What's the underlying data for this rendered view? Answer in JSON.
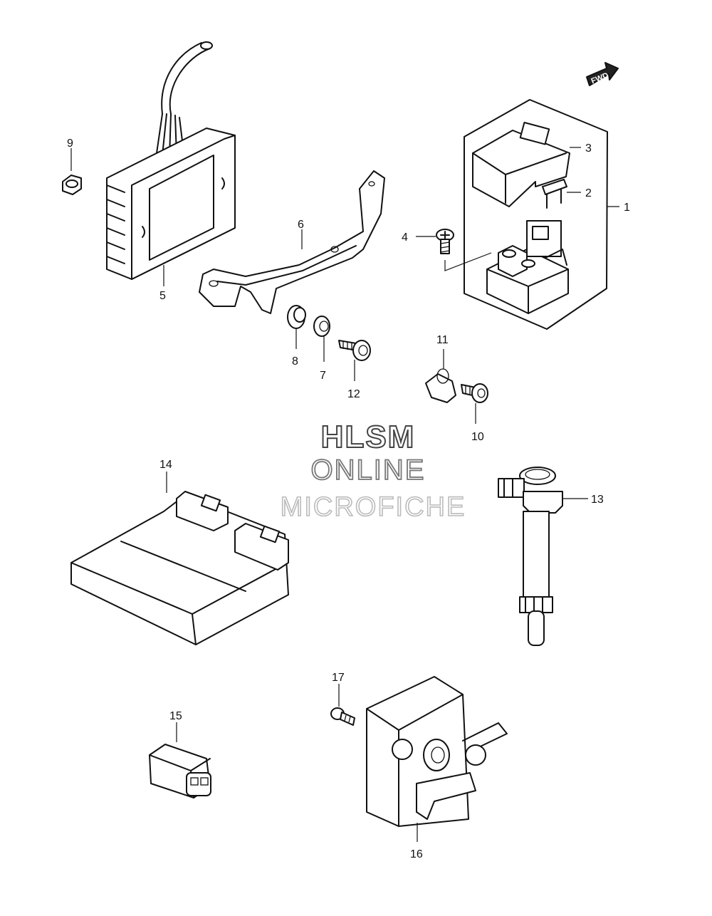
{
  "watermark": {
    "line1": "HLSM",
    "line2": "ONLINE",
    "line3": "MICROFICHE"
  },
  "direction_label": "FWD",
  "callouts": [
    "1",
    "2",
    "3",
    "4",
    "5",
    "6",
    "7",
    "8",
    "9",
    "10",
    "11",
    "12",
    "13",
    "14",
    "15",
    "16",
    "17"
  ],
  "parts": [
    {
      "ref": "1",
      "icon": "starter-relay-assembly-icon"
    },
    {
      "ref": "2",
      "icon": "fuse-icon"
    },
    {
      "ref": "3",
      "icon": "relay-cover-icon"
    },
    {
      "ref": "4",
      "icon": "screw-icon"
    },
    {
      "ref": "5",
      "icon": "regulator-rectifier-icon"
    },
    {
      "ref": "6",
      "icon": "bracket-icon"
    },
    {
      "ref": "7",
      "icon": "washer-icon"
    },
    {
      "ref": "8",
      "icon": "cushion-icon"
    },
    {
      "ref": "9",
      "icon": "nut-icon"
    },
    {
      "ref": "10",
      "icon": "bolt-icon"
    },
    {
      "ref": "11",
      "icon": "clamp-icon"
    },
    {
      "ref": "12",
      "icon": "bolt-icon"
    },
    {
      "ref": "13",
      "icon": "ignition-coil-icon"
    },
    {
      "ref": "14",
      "icon": "ecm-icon"
    },
    {
      "ref": "15",
      "icon": "connector-module-icon"
    },
    {
      "ref": "16",
      "icon": "throttle-sensor-icon"
    },
    {
      "ref": "17",
      "icon": "bolt-icon"
    }
  ]
}
